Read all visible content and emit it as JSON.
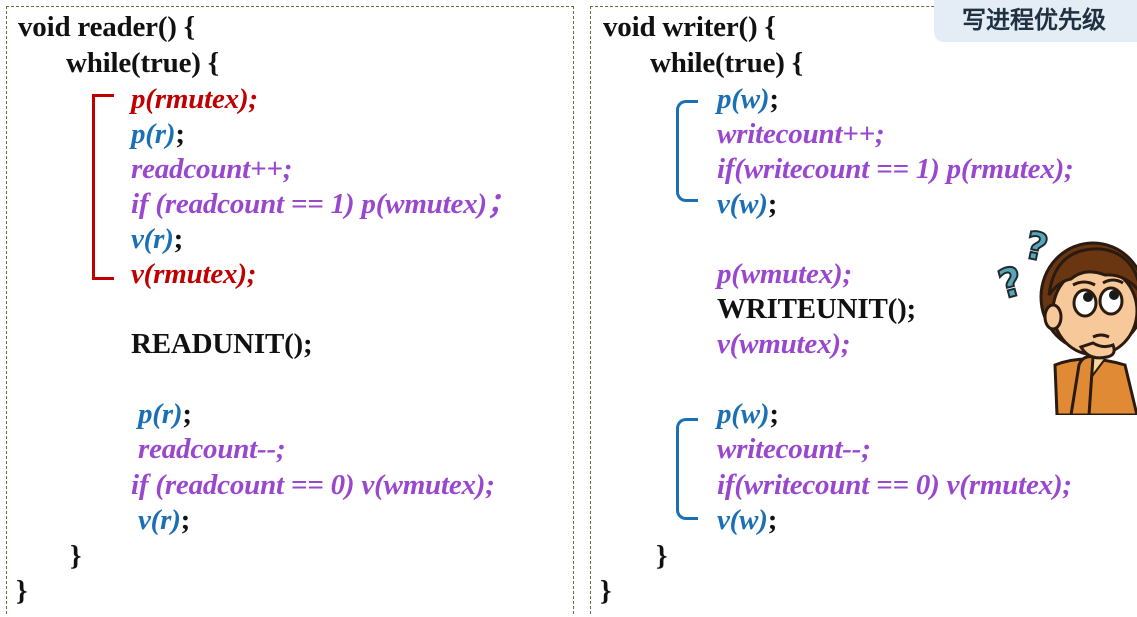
{
  "title_tag": "写进程优先级",
  "reader": {
    "l1": "void reader() {",
    "l2": "while(true)  {",
    "l3": "p(rmutex);",
    "l4a": "p(r)",
    "l4b": ";",
    "l5": "readcount++;",
    "l6": "if (readcount == 1) p(wmutex)；",
    "l7a": "v(r)",
    "l7b": ";",
    "l8": "v(rmutex);",
    "l9": "READUNIT();",
    "l10a": "p(r)",
    "l10b": ";",
    "l11": "readcount--;",
    "l12": "if (readcount == 0) v(wmutex);",
    "l13a": "v(r)",
    "l13b": ";",
    "l14": "}",
    "l15": "}"
  },
  "writer": {
    "l1": "void writer()  {",
    "l2": "while(true)    {",
    "l3a": "p(w)",
    "l3b": ";",
    "l4": "writecount++;",
    "l5": "if(writecount == 1) p(rmutex);",
    "l6a": "v(w)",
    "l6b": ";",
    "l7": "p(wmutex);",
    "l8": "WRITEUNIT();",
    "l9": "v(wmutex);",
    "l10a": "p(w)",
    "l10b": ";",
    "l11": "writecount--;",
    "l12": "if(writecount == 0) v(rmutex);",
    "l13a": "v(w)",
    "l13b": ";",
    "l14": "}",
    "l15": "}"
  },
  "colors": {
    "keyword": "#111111",
    "mutex_red": "#c00000",
    "semaphore_blue": "#1a6fb5",
    "statement_purple": "#9a47cf"
  },
  "icons": [
    "question-mark-icon",
    "thinking-boy-illustration"
  ]
}
